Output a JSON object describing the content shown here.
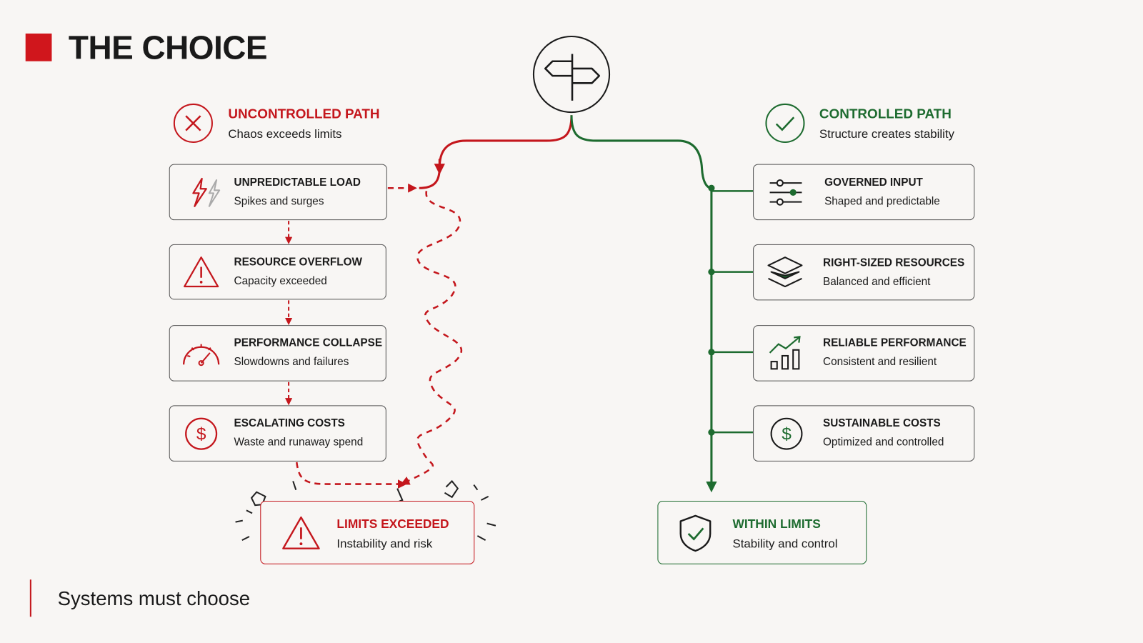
{
  "title": "THE CHOICE",
  "footer": "Systems must choose",
  "colors": {
    "red": "#c4161c",
    "green": "#1d6b2f",
    "background": "#f8f6f4"
  },
  "uncontrolled": {
    "title": "UNCONTROLLED PATH",
    "subtitle": "Chaos exceeds limits",
    "icon": "x-circle-icon",
    "cards": [
      {
        "title": "UNPREDICTABLE LOAD",
        "subtitle": "Spikes and surges",
        "icon": "lightning-icon"
      },
      {
        "title": "RESOURCE OVERFLOW",
        "subtitle": "Capacity exceeded",
        "icon": "warning-icon"
      },
      {
        "title": "PERFORMANCE COLLAPSE",
        "subtitle": "Slowdowns and failures",
        "icon": "gauge-icon"
      },
      {
        "title": "ESCALATING COSTS",
        "subtitle": "Waste and runaway spend",
        "icon": "dollar-icon"
      }
    ],
    "outcome": {
      "title": "LIMITS EXCEEDED",
      "subtitle": "Instability and risk",
      "icon": "warning-icon"
    }
  },
  "controlled": {
    "title": "CONTROLLED PATH",
    "subtitle": "Structure creates stability",
    "icon": "check-circle-icon",
    "cards": [
      {
        "title": "GOVERNED INPUT",
        "subtitle": "Shaped and predictable",
        "icon": "sliders-icon"
      },
      {
        "title": "RIGHT-SIZED RESOURCES",
        "subtitle": "Balanced and efficient",
        "icon": "layers-icon"
      },
      {
        "title": "RELIABLE PERFORMANCE",
        "subtitle": "Consistent and resilient",
        "icon": "chart-up-icon"
      },
      {
        "title": "SUSTAINABLE COSTS",
        "subtitle": "Optimized and controlled",
        "icon": "dollar-icon"
      }
    ],
    "outcome": {
      "title": "WITHIN LIMITS",
      "subtitle": "Stability and control",
      "icon": "shield-check-icon"
    }
  }
}
